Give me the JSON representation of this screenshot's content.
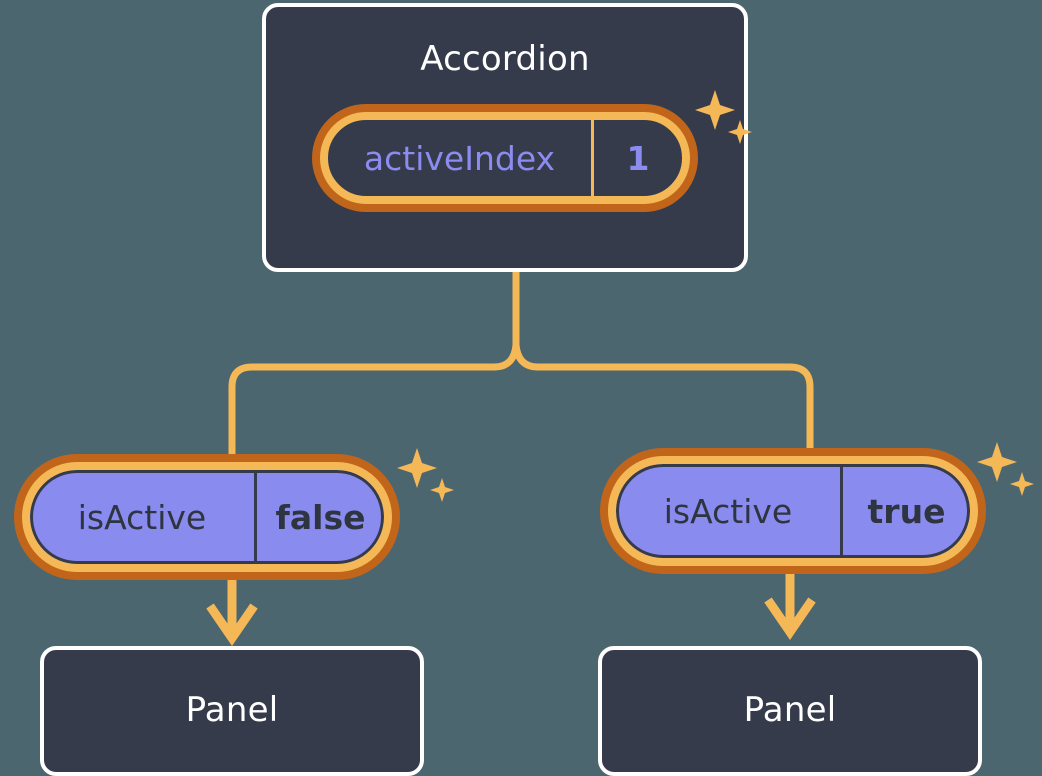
{
  "diagram": {
    "background_color": "#4C6670",
    "accent_color": "#F5B857",
    "accent_dark_color": "#C1651A",
    "card_color": "#353B4A",
    "state_fill_color": "#8A8BEE",
    "state_text_color": "#8B8BF0",
    "title": "Accordion"
  },
  "root": {
    "label": "Accordion",
    "state": {
      "key": "activeIndex",
      "value": "1"
    }
  },
  "branches": [
    {
      "id": "left",
      "state": {
        "key": "isActive",
        "value": "false"
      },
      "child": {
        "label": "Panel"
      }
    },
    {
      "id": "right",
      "state": {
        "key": "isActive",
        "value": "true"
      },
      "child": {
        "label": "Panel"
      }
    }
  ],
  "icons": {
    "sparkle": "sparkle-icon",
    "arrow_down": "arrow-down-icon"
  }
}
